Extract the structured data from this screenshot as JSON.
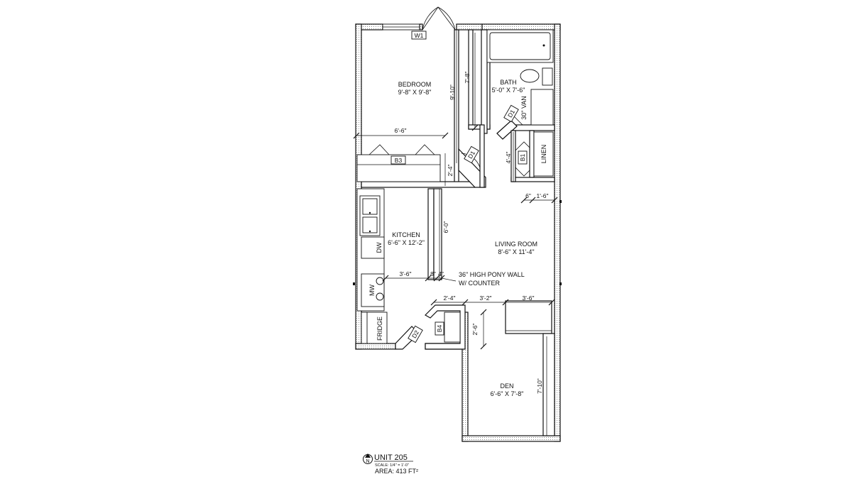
{
  "rooms": {
    "bedroom": {
      "name": "BEDROOM",
      "size": "9'-8\" X 9'-8\""
    },
    "bath": {
      "name": "BATH",
      "size": "5'-0\" X 7'-6\""
    },
    "kitchen": {
      "name": "KITCHEN",
      "size": "6'-6\" X 12'-2\""
    },
    "living": {
      "name": "LIVING ROOM",
      "size": "8'-6\" X 11'-4\""
    },
    "den": {
      "name": "DEN",
      "size": "6'-6\" X 7'-8\""
    }
  },
  "fixtures": {
    "linen": "LINEN",
    "vanity": "30\" VAN",
    "dishwasher": "DW",
    "microwave": "MW",
    "fridge": "FRIDGE"
  },
  "tags": {
    "w1": "W1",
    "b3": "B3",
    "d1_bed": "D1",
    "d1_bath": "D1",
    "b1": "B1",
    "d2": "D2",
    "b4": "B4"
  },
  "dimensions": {
    "bed_closet_height": "7'-8\"",
    "bed_height": "9'-10\"",
    "bed_width": "6'-6\"",
    "hall": "2'-4\"",
    "linen_height": "4'-4\"",
    "linen_six": "6\"",
    "linen_width": "1'-6\"",
    "kitchen_wall": "6'-0\"",
    "counter": "3'-6\"",
    "pony_thickness": "8\"",
    "pony_four": "4\"",
    "b4_width": "2'-4\"",
    "den_opening": "3'-2\"",
    "den_right": "3'-6\"",
    "b4_height": "2'-6\"",
    "den_height": "7'-10\""
  },
  "notes": {
    "pony_wall_line1": "36\" HIGH PONY WALL",
    "pony_wall_line2": "W/ COUNTER"
  },
  "title_block": {
    "north": "N",
    "unit": "UNIT 205",
    "scale": "SCALE: 1/4\" = 1'-0\"",
    "area": "AREA: 413 FT²"
  }
}
